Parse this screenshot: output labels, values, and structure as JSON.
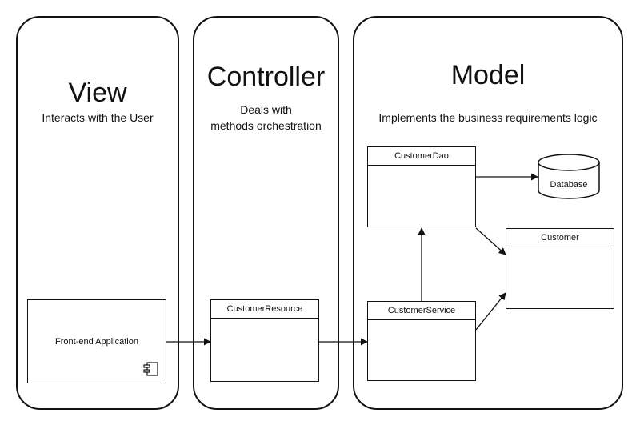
{
  "lanes": {
    "view": {
      "title": "View",
      "description": "Interacts with the User"
    },
    "controller": {
      "title": "Controller",
      "description_line1": "Deals with",
      "description_line2": "methods orchestration"
    },
    "model": {
      "title": "Model",
      "description": "Implements the business requirements logic"
    }
  },
  "nodes": {
    "frontend": {
      "label": "Front-end Application",
      "icon": "component-icon"
    },
    "customer_resource": {
      "label": "CustomerResource"
    },
    "customer_service": {
      "label": "CustomerService"
    },
    "customer_dao": {
      "label": "CustomerDao"
    },
    "customer": {
      "label": "Customer"
    },
    "database": {
      "label": "Database",
      "icon": "database-cylinder"
    }
  },
  "connections": [
    {
      "from": "Front-end Application",
      "to": "CustomerResource"
    },
    {
      "from": "CustomerResource",
      "to": "CustomerService"
    },
    {
      "from": "CustomerService",
      "to": "CustomerDao"
    },
    {
      "from": "CustomerService",
      "to": "Customer"
    },
    {
      "from": "CustomerDao",
      "to": "Customer"
    },
    {
      "from": "CustomerDao",
      "to": "Database"
    }
  ],
  "colors": {
    "stroke": "#111111",
    "background": "#ffffff"
  }
}
